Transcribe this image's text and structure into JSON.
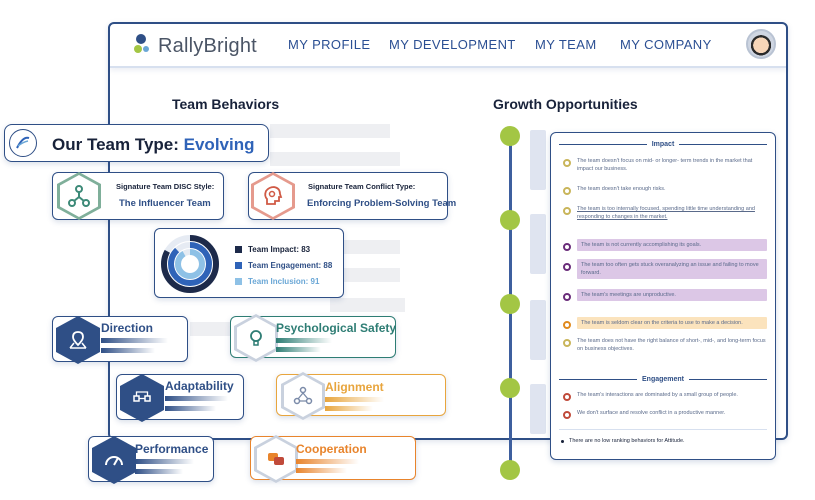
{
  "app": {
    "brand": "RallyBright",
    "nav": [
      "MY PROFILE",
      "MY DEVELOPMENT",
      "MY TEAM",
      "MY COMPANY"
    ]
  },
  "sections": {
    "team_behaviors": "Team Behaviors",
    "growth_opportunities": "Growth Opportunities"
  },
  "team_type": {
    "label": "Our Team Type:",
    "value": "Evolving"
  },
  "disc": {
    "label": "Signature Team DISC Style:",
    "value": "The Influencer Team"
  },
  "conflict": {
    "label": "Signature Team Conflict Type:",
    "value": "Enforcing Problem-Solving Team"
  },
  "scores": {
    "impact": "Team Impact: 83",
    "engagement": "Team Engagement: 88",
    "inclusion": "Team Inclusion: 91",
    "impact_value": 83,
    "engagement_value": 88,
    "inclusion_value": 91
  },
  "behaviors": [
    {
      "name": "Direction",
      "color": "#2f4f86",
      "level": 0.9
    },
    {
      "name": "Psychological Safety",
      "color": "#2e7d74",
      "level": 0.75
    },
    {
      "name": "Adaptability",
      "color": "#2f4f86",
      "level": 0.85
    },
    {
      "name": "Alignment",
      "color": "#e8a53d",
      "level": 0.8
    },
    {
      "name": "Performance",
      "color": "#2f4f86",
      "level": 0.8
    },
    {
      "name": "Cooperation",
      "color": "#e8842c",
      "level": 0.85
    }
  ],
  "impact_panel": {
    "impact_heading": "Impact",
    "engagement_heading": "Engagement",
    "impact_items": [
      "The team doesn't focus on mid- or longer- term trends in the market that impact our business.",
      "The team doesn't take enough risks.",
      "The team is too internally focused, spending little time understanding and responding to changes in the market.",
      "The team is not currently accomplishing its goals.",
      "The team too often gets stuck overanalyzing an issue and failing to move forward.",
      "The team's meetings are unproductive.",
      "The team is seldom clear on the criteria to use to make a decision.",
      "The team does not have the right balance of short-, mid-, and long-term focus on business objectives."
    ],
    "engagement_items": [
      "The team's interactions are dominated by a small group of people.",
      "We don't surface and resolve conflict in a productive manner."
    ],
    "attitude_note": "There are no low ranking behaviors for Attitude."
  },
  "colors": {
    "navy": "#2f4f86",
    "accent_blue": "#2f63b8",
    "timeline_green": "#a3c644",
    "purple_highlight": "#dcc7e6",
    "orange_highlight": "#fbe3bd"
  }
}
